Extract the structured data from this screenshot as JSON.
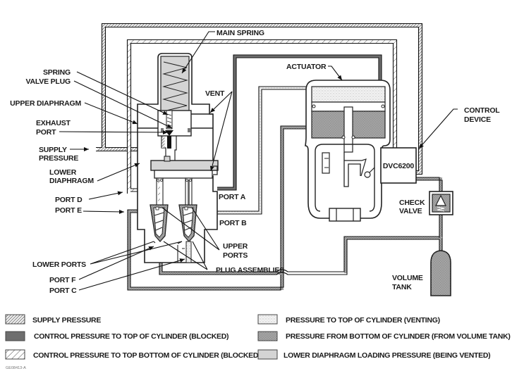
{
  "labels": {
    "main_spring": "MAIN SPRING",
    "spring": "SPRING",
    "valve_plug": "VALVE PLUG",
    "upper_diaphragm": "UPPER DIAPHRAGM",
    "exhaust_1": "EXHAUST",
    "exhaust_2": "PORT",
    "supply_1": "SUPPLY",
    "supply_2": "PRESSURE",
    "lower_diaphragm_1": "LOWER",
    "lower_diaphragm_2": "DIAPHRAGM",
    "port_d": "PORT D",
    "port_e": "PORT E",
    "lower_ports": "LOWER PORTS",
    "port_f": "PORT F",
    "port_c": "PORT C",
    "vent": "VENT",
    "port_a": "PORT A",
    "port_b": "PORT B",
    "upper_ports_1": "UPPER",
    "upper_ports_2": "PORTS",
    "plug_assemblies": "PLUG ASSEMBLIES",
    "actuator": "ACTUATOR",
    "control_device_1": "CONTROL",
    "control_device_2": "DEVICE",
    "dvc": "DVC6200",
    "check_valve_1": "CHECK",
    "check_valve_2": "VALVE",
    "volume_tank_1": "VOLUME",
    "volume_tank_2": "TANK"
  },
  "legend": [
    {
      "pattern": "supply",
      "label": "SUPPLY PRESSURE"
    },
    {
      "pattern": "control-top",
      "label": "CONTROL PRESSURE TO TOP OF CYLINDER (BLOCKED)"
    },
    {
      "pattern": "control-bottom",
      "label": "CONTROL PRESSURE TO TOP BOTTOM OF CYLINDER (BLOCKED)"
    },
    {
      "pattern": "venting",
      "label": "PRESSURE TO TOP OF CYLINDER (VENTING)"
    },
    {
      "pattern": "volume",
      "label": "PRESSURE FROM BOTTOM OF CYLINDER (FROM VOLUME TANK)"
    },
    {
      "pattern": "lower-diaphragm",
      "label": "LOWER DIAPHRAGM LOADING PRESSURE (BEING VENTED)"
    }
  ],
  "figure_code": "GE08413-A",
  "colors": {
    "control_top": "#6e6e6e",
    "lower_diaphragm": "#d4d4d4",
    "volume": "#9a9a9a",
    "line": "#222222"
  }
}
